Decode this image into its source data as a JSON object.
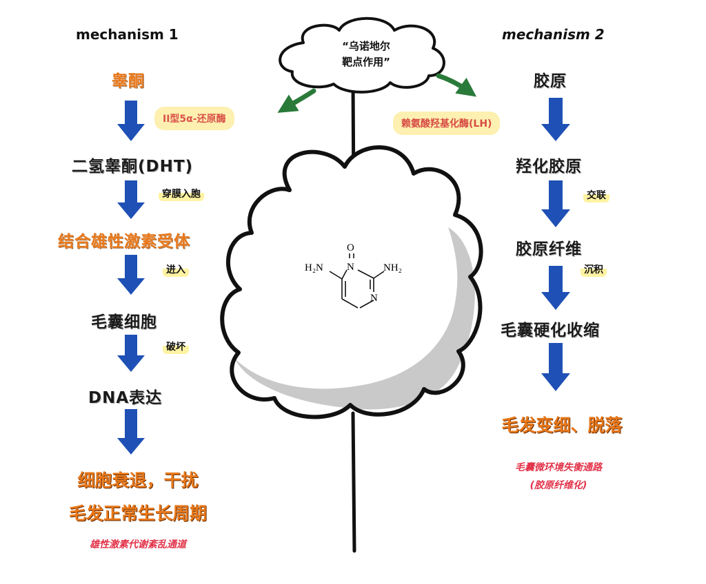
{
  "top_cloud": {
    "line1": "“乌诺地尔",
    "line2": "靶点作用”"
  },
  "mechanism1": {
    "title": "mechanism 1",
    "enzyme_pill": "II型5α-还原酶",
    "steps": [
      "睾酮",
      "二氢睾酮(DHT)",
      "结合雄性激素受体",
      "毛囊细胞",
      "DNA表达"
    ],
    "annotations": [
      "穿膜入胞",
      "进入",
      "破坏"
    ],
    "result_lines": [
      "细胞衰退，干扰",
      "毛发正常生长周期"
    ],
    "footer": "雄性激素代谢紊乱通道"
  },
  "mechanism2": {
    "title": "mechanism 2",
    "enzyme_pill": "赖氨酸羟基化酶(LH)",
    "steps": [
      "胶原",
      "羟化胶原",
      "胶原纤维",
      "毛囊硬化收缩"
    ],
    "annotations": [
      "交联",
      "沉积"
    ],
    "result": "毛发变细、脱落",
    "footer_lines": [
      "毛囊微环境失衡通路",
      "(胶原纤维化)"
    ]
  },
  "molecule": {
    "oxygen": "O",
    "ring_n_top": "N",
    "ring_n_right": "N",
    "amine_left": "H₂N",
    "amine_right": "NH₂"
  },
  "colors": {
    "flow_arrow": "#1f50b5",
    "pointer_arrow": "#2a7a3a",
    "orange_text": "#e8781a",
    "footer_red": "#e2334a",
    "pill_bg": "#fdf0b0",
    "cloud_shadow": "#c9c9c9"
  }
}
